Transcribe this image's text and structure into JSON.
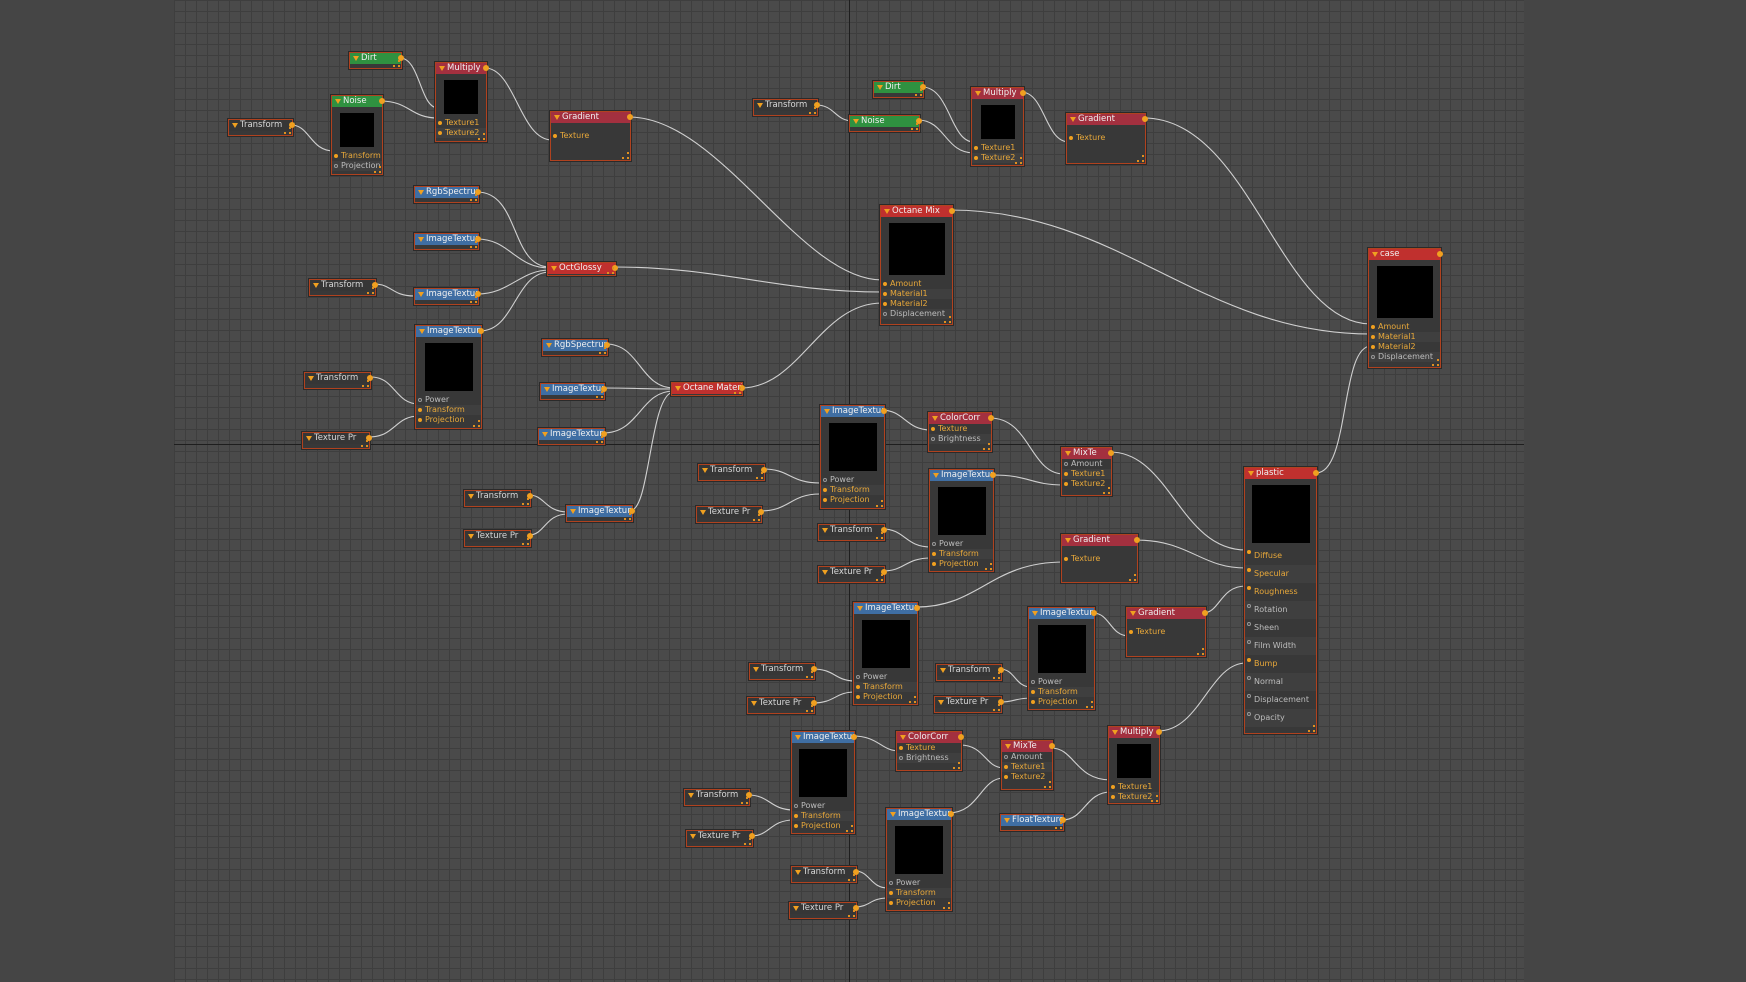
{
  "labels": {
    "transform": "Transform",
    "texture_pr": "Texture Pr",
    "power": "Power",
    "projection": "Projection",
    "texture": "Texture",
    "texture1": "Texture1",
    "texture2": "Texture2",
    "amount": "Amount",
    "material1": "Material1",
    "material2": "Material2",
    "displacement": "Displacement",
    "brightness": "Brightness",
    "diffuse": "Diffuse",
    "specular": "Specular",
    "roughness": "Roughness",
    "rotation": "Rotation",
    "sheen": "Sheen",
    "film_width": "Film Width",
    "bump": "Bump",
    "normal": "Normal",
    "opacity": "Opacity"
  },
  "titles": {
    "dirt": "Dirt",
    "noise": "Noise",
    "multiply": "Multiply",
    "gradient": "Gradient",
    "rgb_spectrum": "RgbSpectrum",
    "image_texture": "ImageTexture",
    "oct_glossy": "OctGlossy",
    "octane_mix": "Octane Mix",
    "octane_material": "Octane Material",
    "color_corr": "ColorCorr",
    "mix_te": "MixTe",
    "float_texture": "FloatTexture",
    "plastic": "plastic",
    "case": "case"
  },
  "colors": {
    "header_red": "#c0302e",
    "header_crimson": "#a3303f",
    "header_green": "#2f9140",
    "header_blue": "#3f6ea3",
    "port_orange": "#f0a020",
    "node_border": "#b0421f",
    "wire": "#d0d0d0"
  }
}
